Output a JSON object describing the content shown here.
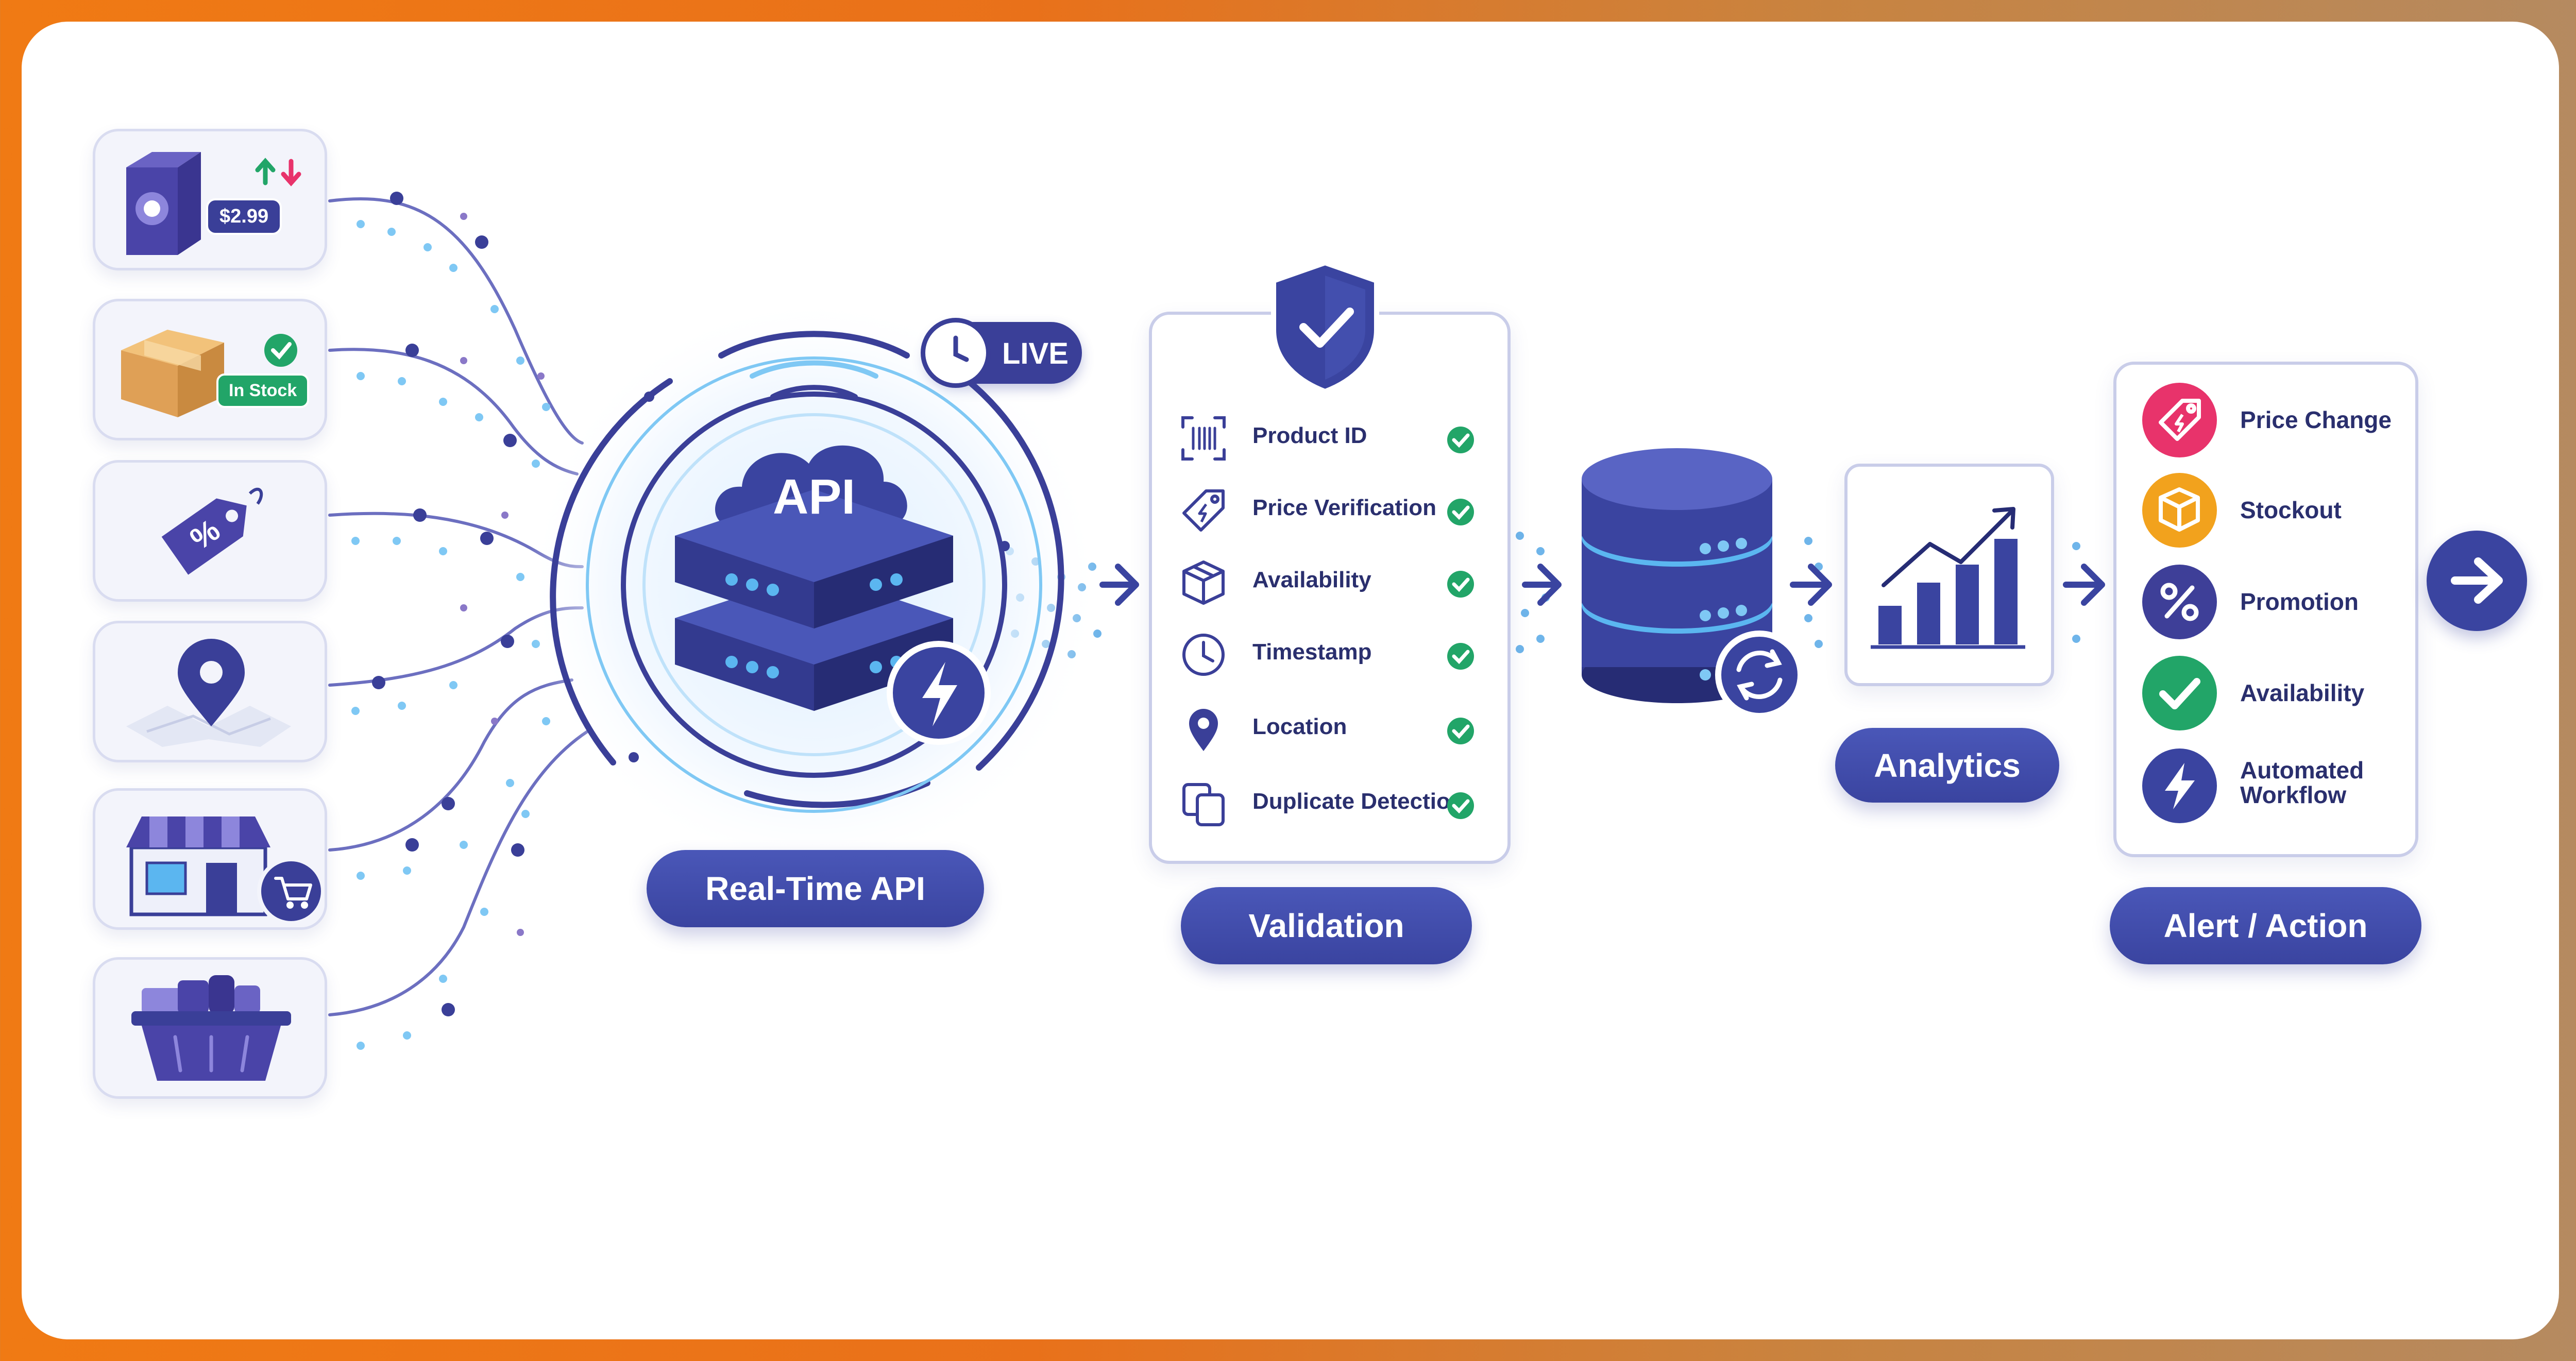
{
  "sources": {
    "price_label": "$2.99",
    "stock_label": "In Stock"
  },
  "api": {
    "cloud_label": "API",
    "live_label": "LIVE",
    "pill_label": "Real-Time API"
  },
  "validation": {
    "pill_label": "Validation",
    "items": [
      {
        "label": "Product ID",
        "icon": "barcode-icon"
      },
      {
        "label": "Price Verification",
        "icon": "price-tag-icon"
      },
      {
        "label": "Availability",
        "icon": "box-icon"
      },
      {
        "label": "Timestamp",
        "icon": "clock-icon"
      },
      {
        "label": "Location",
        "icon": "location-pin-icon"
      },
      {
        "label": "Duplicate Detection",
        "icon": "duplicate-icon"
      }
    ]
  },
  "analytics": {
    "pill_label": "Analytics"
  },
  "alerts": {
    "pill_label": "Alert / Action",
    "items": [
      {
        "label": "Price Change",
        "icon": "price-tag-icon",
        "color": "#e8336b"
      },
      {
        "label": "Stockout",
        "icon": "box-icon",
        "color": "#f2a21d"
      },
      {
        "label": "Promotion",
        "icon": "percent-icon",
        "color": "#3e3f98"
      },
      {
        "label": "Availability",
        "icon": "check-icon",
        "color": "#22a568"
      },
      {
        "label": "Automated",
        "label2": "Workflow",
        "icon": "lightning-icon",
        "color": "#3a44a0"
      }
    ]
  },
  "colors": {
    "primary": "#3a44a0",
    "accent_blue": "#5bb6f0",
    "success": "#22a568",
    "danger": "#e8336b",
    "warning": "#f2a21d"
  }
}
